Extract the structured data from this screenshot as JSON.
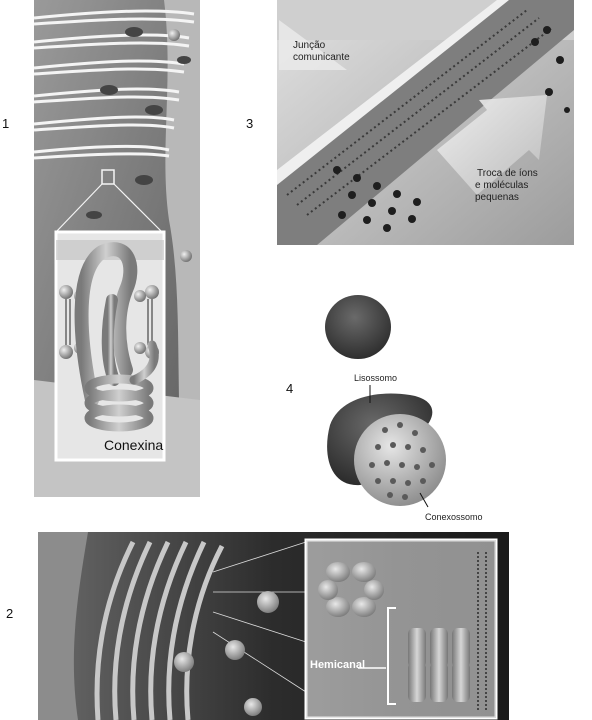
{
  "panel_numbers": {
    "p1": "1",
    "p2": "2",
    "p3": "3",
    "p4": "4"
  },
  "panel1": {
    "label": "Conexina"
  },
  "panel3": {
    "label_junction_line1": "Junção",
    "label_junction_line2": "comunicante",
    "label_exchange_line1": "Troca de íons",
    "label_exchange_line2": "e moléculas",
    "label_exchange_line3": "pequenas"
  },
  "panel4": {
    "label_lysosome": "Lisossomo",
    "label_connexosome": "Conexossomo"
  },
  "panel2": {
    "label": "Hemicanal"
  },
  "colors": {
    "background": "#ffffff",
    "dark": "#2b2b2b",
    "mid_gray": "#8a8a8a",
    "light_gray": "#d9d9d9"
  }
}
